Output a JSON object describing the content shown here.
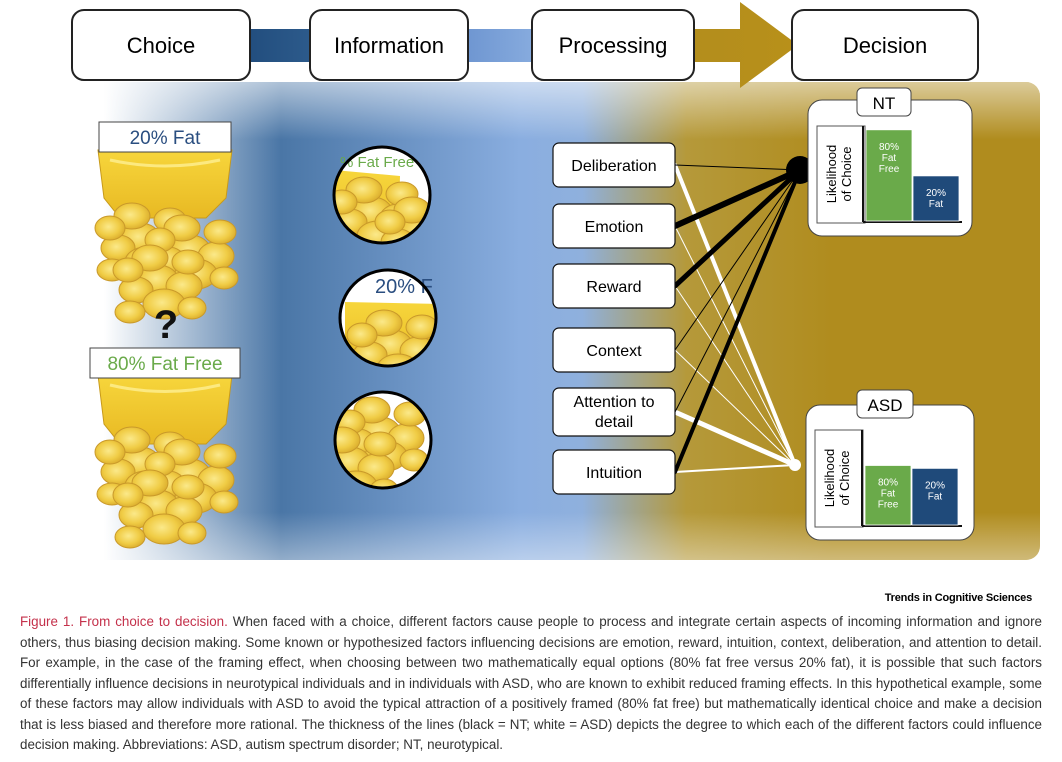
{
  "stages": [
    "Choice",
    "Information",
    "Processing",
    "Decision"
  ],
  "choice": {
    "option_top": "20% Fat",
    "question_mark": "?",
    "option_bottom": "80% Fat Free"
  },
  "information": {
    "circle1_label": "% Fat Free",
    "circle2_label": "20% F"
  },
  "factors": [
    "Deliberation",
    "Emotion",
    "Reward",
    "Context",
    "Attention to detail",
    "Intuition"
  ],
  "decision_panels": [
    {
      "group": "NT",
      "axis_label_line1": "Likelihood",
      "axis_label_line2": "of Choice",
      "bars": [
        {
          "label_line1": "80%",
          "label_line2": "Fat",
          "label_line3": "Free",
          "value": 0.95,
          "color": "#6aaa4a"
        },
        {
          "label_line1": "20%",
          "label_line2": "Fat",
          "label_line3": "",
          "value": 0.47,
          "color": "#1f4a7a"
        }
      ]
    },
    {
      "group": "ASD",
      "axis_label_line1": "Likelihood",
      "axis_label_line2": "of Choice",
      "bars": [
        {
          "label_line1": "80%",
          "label_line2": "Fat",
          "label_line3": "Free",
          "value": 0.62,
          "color": "#6aaa4a"
        },
        {
          "label_line1": "20%",
          "label_line2": "Fat",
          "label_line3": "",
          "value": 0.59,
          "color": "#1f4a7a"
        }
      ]
    }
  ],
  "influence_lines": {
    "nt_black": [
      1,
      6,
      5,
      1,
      1,
      4
    ],
    "asd_white": [
      4,
      1,
      1,
      1,
      5,
      2
    ]
  },
  "colors": {
    "blue_dark": "#2d5b8c",
    "blue_light": "#8aaee0",
    "gold": "#b08c1e",
    "green": "#6aaa4a",
    "navy": "#1f4a7a",
    "caption_title": "#c4314b"
  },
  "source": "Trends in Cognitive Sciences",
  "caption": {
    "title": "Figure 1. From choice to decision.",
    "body": " When faced with a choice, different factors cause people to process and integrate certain aspects of incoming information and ignore others, thus biasing decision making. Some known or hypothesized factors influencing decisions are emotion, reward, intuition, context, deliberation, and attention to detail. For example, in the case of the framing effect, when choosing between two mathematically equal options (80% fat free versus 20% fat), it is possible that such factors differentially influence decisions in neurotypical individuals and in individuals with ASD, who are known to exhibit reduced framing effects. In this hypothetical example, some of these factors may allow individuals with ASD to avoid the typical attraction of a positively framed (80% fat free) but mathematically identical choice and make a decision that is less biased and therefore more rational. The thickness of the lines (black = NT; white = ASD) depicts the degree to which each of the different factors could influence decision making. Abbreviations: ASD, autism spectrum disorder; NT, neurotypical."
  }
}
